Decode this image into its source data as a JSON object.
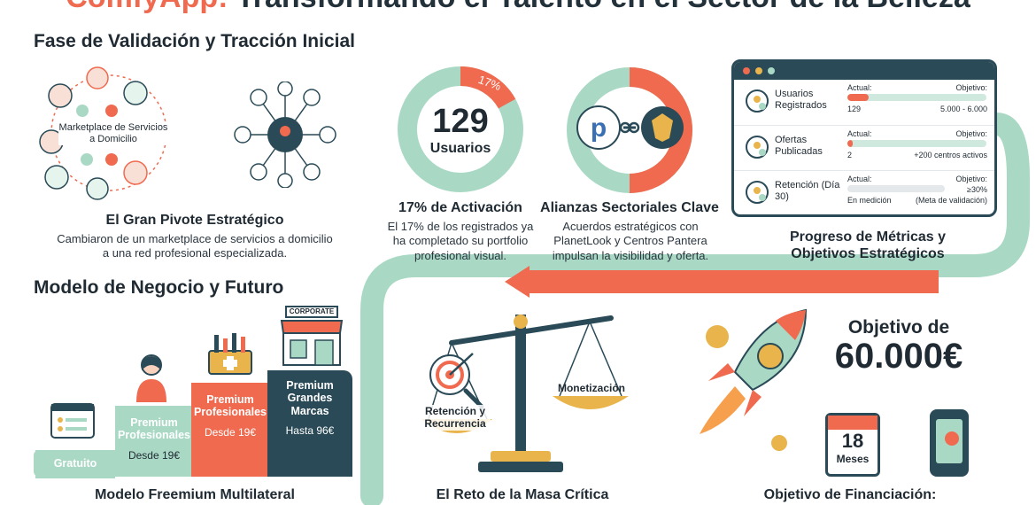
{
  "header": {
    "brand": "ComfyApp:",
    "title_rest": " Transformando el Talento en el Sector de la Belleza"
  },
  "section1": {
    "title": "Fase de Validación y Tracción Inicial",
    "pivot": {
      "marketplace_label": "Marketplace de Servicios a Domicilio",
      "title": "El Gran Pivote Estratégico",
      "text": "Cambiaron de un marketplace de servicios a domicilio a una red profesional especializada."
    },
    "activation": {
      "number": "129",
      "unit": "Usuarios",
      "percent_label": "17%",
      "percent_value": 17,
      "title": "17% de Activación",
      "text": "El 17% de los registrados ya ha completado su portfolio profesional visual."
    },
    "alliances": {
      "title": "Alianzas Sectoriales Clave",
      "text": "Acuerdos estratégicos con PlanetLook y Centros Pantera impulsan la visibilidad y oferta."
    },
    "metrics": {
      "title": "Progreso de Métricas y Objetivos Estratégicos",
      "rows": [
        {
          "label": "Usuarios Registrados",
          "current_label": "Actual:",
          "objective_label": "Objetivo:",
          "value": "129",
          "target": "5.000 - 6.000",
          "progress": 0.15,
          "icon": "user-plus-icon"
        },
        {
          "label": "Ofertas Publicadas",
          "current_label": "Actual:",
          "objective_label": "Objetivo:",
          "value": "2",
          "target": "+200 centros activos",
          "progress": 0.04,
          "icon": "newspaper-icon"
        },
        {
          "label": "Retención (Día 30)",
          "current_label": "Actual:",
          "objective_label": "Objetivo:",
          "value": "En medición",
          "target": "(Meta de validación)",
          "target_pct": "≥30%",
          "progress": 0.0,
          "icon": "clock-question-icon"
        }
      ]
    }
  },
  "section2": {
    "title": "Modelo de Negocio y Futuro",
    "freemium": {
      "title": "Modelo Freemium Multilateral",
      "corporate_sign": "CORPORATE",
      "tiers": [
        {
          "name": "Gratuito",
          "price": ""
        },
        {
          "name": "Premium Profesionales",
          "price": "Desde 19€"
        },
        {
          "name": "Premium Profesionales",
          "price": "Desde 19€"
        },
        {
          "name": "Premium Grandes Marcas",
          "price": "Hasta 96€"
        }
      ]
    },
    "critical_mass": {
      "title": "El Reto de la Masa Crítica",
      "left_label": "Retención y Recurrencia",
      "right_label": "Monetización"
    },
    "funding": {
      "objective_label": "Objetivo de",
      "amount": "60.000€",
      "months_number": "18",
      "months_label": "Meses",
      "title": "Objetivo de Financiación:"
    }
  },
  "colors": {
    "coral": "#f06a4f",
    "mint": "#a9d9c5",
    "teal": "#2a4a57",
    "gold": "#e9b44c"
  }
}
